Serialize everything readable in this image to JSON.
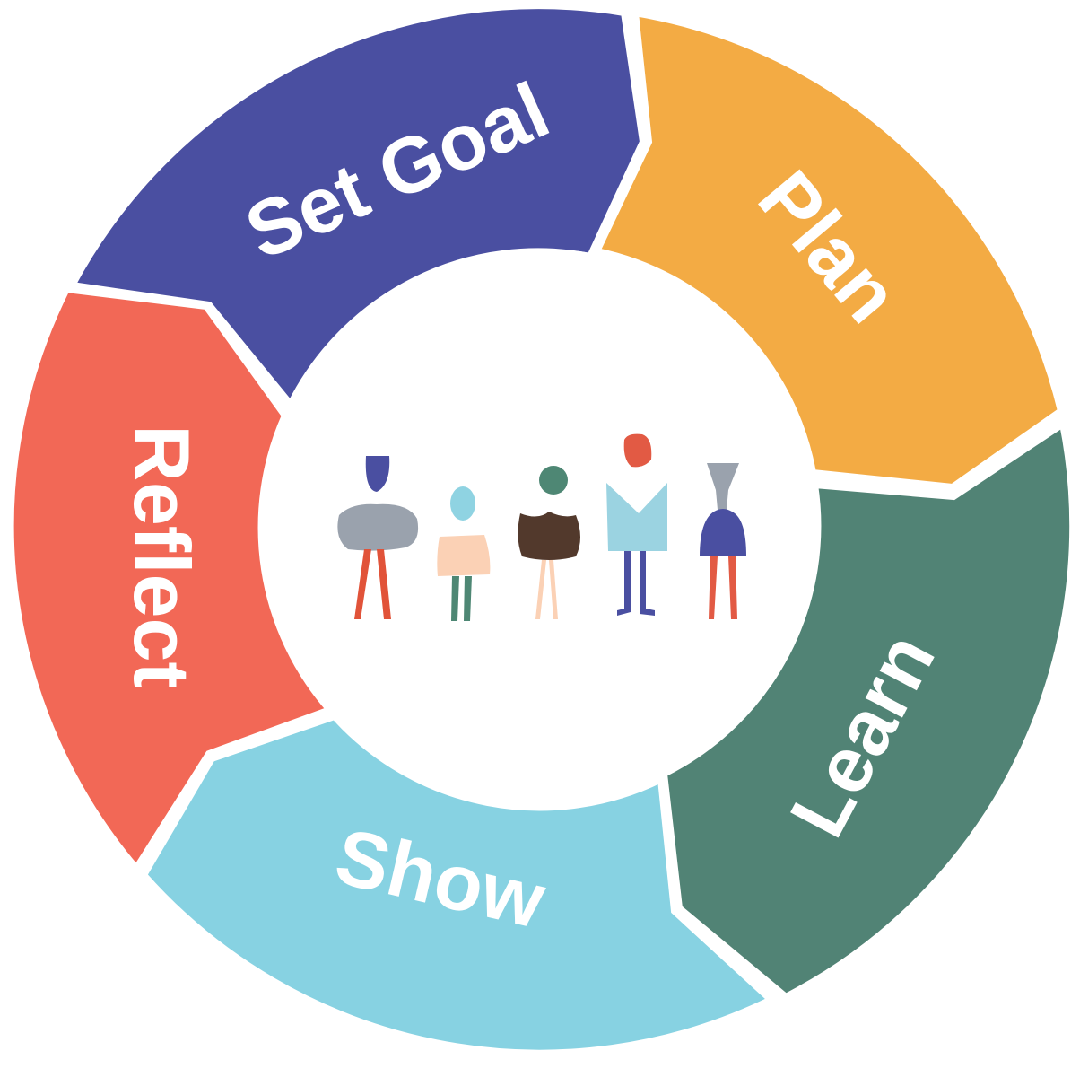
{
  "diagram": {
    "type": "cycle",
    "segments": [
      {
        "label": "Set Goal",
        "color": "#4a4fa1"
      },
      {
        "label": "Plan",
        "color": "#f3ab44"
      },
      {
        "label": "Learn",
        "color": "#518375"
      },
      {
        "label": "Show",
        "color": "#87d2e2"
      },
      {
        "label": "Reflect",
        "color": "#f26856"
      }
    ],
    "center": {
      "icon": "people-group-icon",
      "figures": [
        {
          "name": "person-grey",
          "colors": [
            "#4a4fa1",
            "#9aa2ad",
            "#e15339"
          ]
        },
        {
          "name": "person-peach",
          "colors": [
            "#8fd3e2",
            "#fbd1b5",
            "#4e8774"
          ]
        },
        {
          "name": "person-brown",
          "colors": [
            "#4e8774",
            "#52392c",
            "#fbd1b5"
          ]
        },
        {
          "name": "person-blue",
          "colors": [
            "#e25a44",
            "#9bd3e1",
            "#4a4fa1"
          ]
        },
        {
          "name": "person-purple",
          "colors": [
            "#9aa2ad",
            "#4a4fa1",
            "#e25a44"
          ]
        }
      ]
    }
  }
}
